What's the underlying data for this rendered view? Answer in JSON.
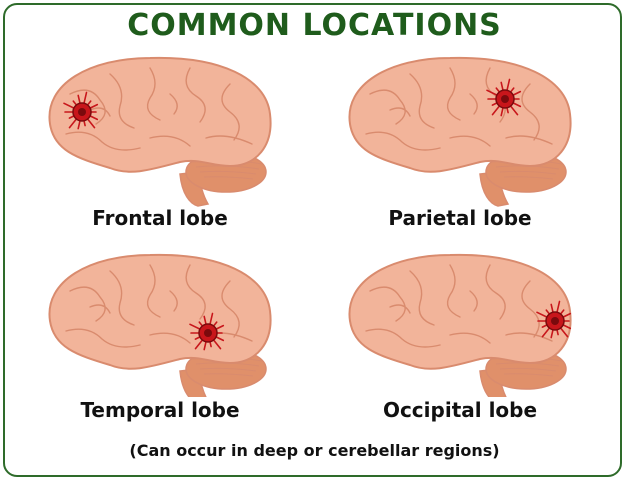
{
  "header": {
    "title": "COMMON LOCATIONS"
  },
  "panels": [
    {
      "label": "Frontal lobe",
      "lesion_region": "frontal"
    },
    {
      "label": "Parietal lobe",
      "lesion_region": "parietal"
    },
    {
      "label": "Temporal lobe",
      "lesion_region": "temporal"
    },
    {
      "label": "Occipital lobe",
      "lesion_region": "occipital"
    }
  ],
  "footer": {
    "note": "(Can occur in deep or cerebellar regions)"
  },
  "colors": {
    "title": "#1f5c1c",
    "border": "#2e6b2a",
    "brain": "#f2b49a",
    "brain_shadow": "#d98b6e",
    "cerebellum": "#e0906a",
    "lesion": "#c8161b",
    "lesion_dark": "#7a0a0d"
  }
}
